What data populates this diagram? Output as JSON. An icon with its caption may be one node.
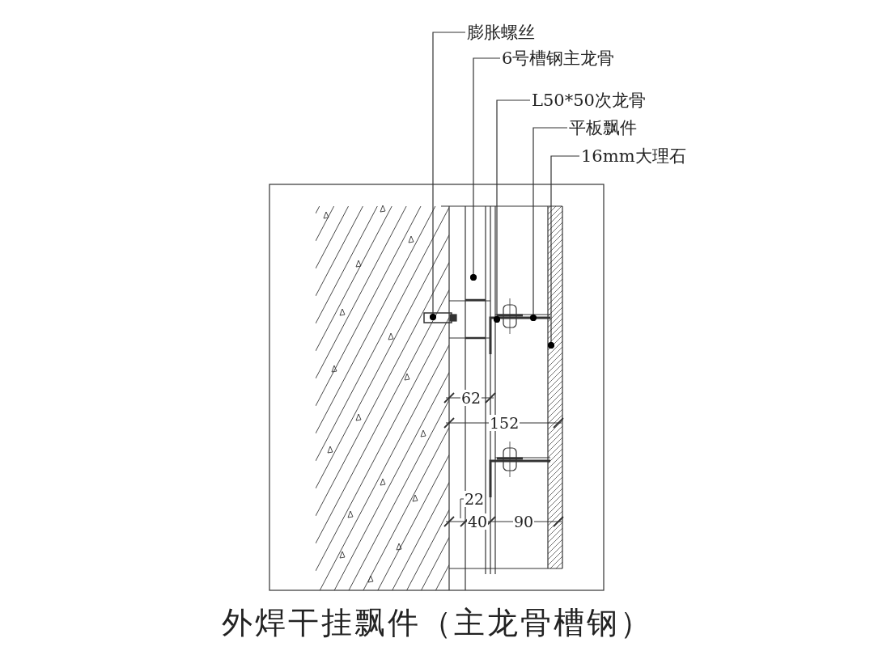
{
  "diagram": {
    "title": "外焊干挂飘件（主龙骨槽钢）",
    "nodes": [
      {
        "text": [
          "膨胀螺丝"
        ]
      },
      {
        "text": [
          "6号槽钢主龙骨"
        ]
      },
      {
        "text": [
          "L50*50次龙骨"
        ]
      },
      {
        "text": [
          "平板飘件"
        ]
      },
      {
        "text": [
          "16mm大理石"
        ]
      }
    ],
    "edges": [
      {
        "from": 0,
        "to": null,
        "arrow": "other"
      },
      {
        "from": 1,
        "to": null,
        "arrow": "other"
      },
      {
        "from": 2,
        "to": null,
        "arrow": "other"
      },
      {
        "from": 3,
        "to": null,
        "arrow": "other"
      },
      {
        "from": 4,
        "to": null,
        "arrow": "other"
      }
    ],
    "labels": [
      "62",
      "152",
      "22",
      "40",
      "90"
    ]
  }
}
